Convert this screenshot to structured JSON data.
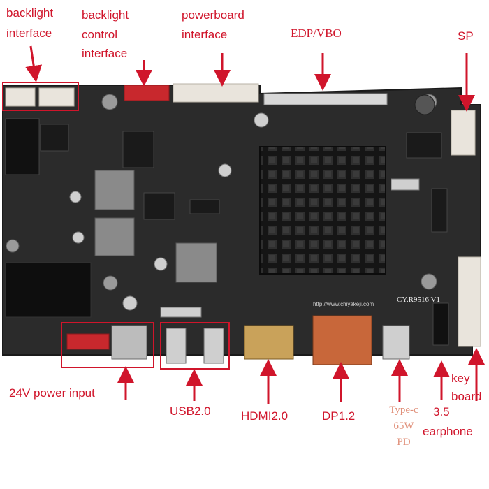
{
  "labels": {
    "backlight_interface_1": "backlight",
    "backlight_interface_2": "interface",
    "backlight_control_1": "backlight",
    "backlight_control_2": "control",
    "backlight_control_3": "interface",
    "powerboard_1": "powerboard",
    "powerboard_2": "interface",
    "edp_vbo": "EDP/VBO",
    "sp": "SP",
    "power_input": "24V power input",
    "usb": "USB2.0",
    "hdmi": "HDMI2.0",
    "dp": "DP1.2",
    "typec_1": "Type-c",
    "typec_2": "65W",
    "typec_3": "PD",
    "earphone_1": "3.5",
    "earphone_2": "earphone",
    "key_1": "key",
    "key_2": "board"
  },
  "board": {
    "model": "CY.R9516 V1",
    "url": "http://www.chiyakeji.com"
  },
  "colors": {
    "label": "#d0152b",
    "pcb": "#2b2b2b",
    "heatsink": "#1d1d1d",
    "connector_white": "#e9e4dc",
    "connector_red": "#c8282d",
    "hdmi_gold": "#c9a25a",
    "dp_copper": "#c8673a",
    "usb_silver": "#cfcfcf",
    "arrow": "#d0152b"
  }
}
